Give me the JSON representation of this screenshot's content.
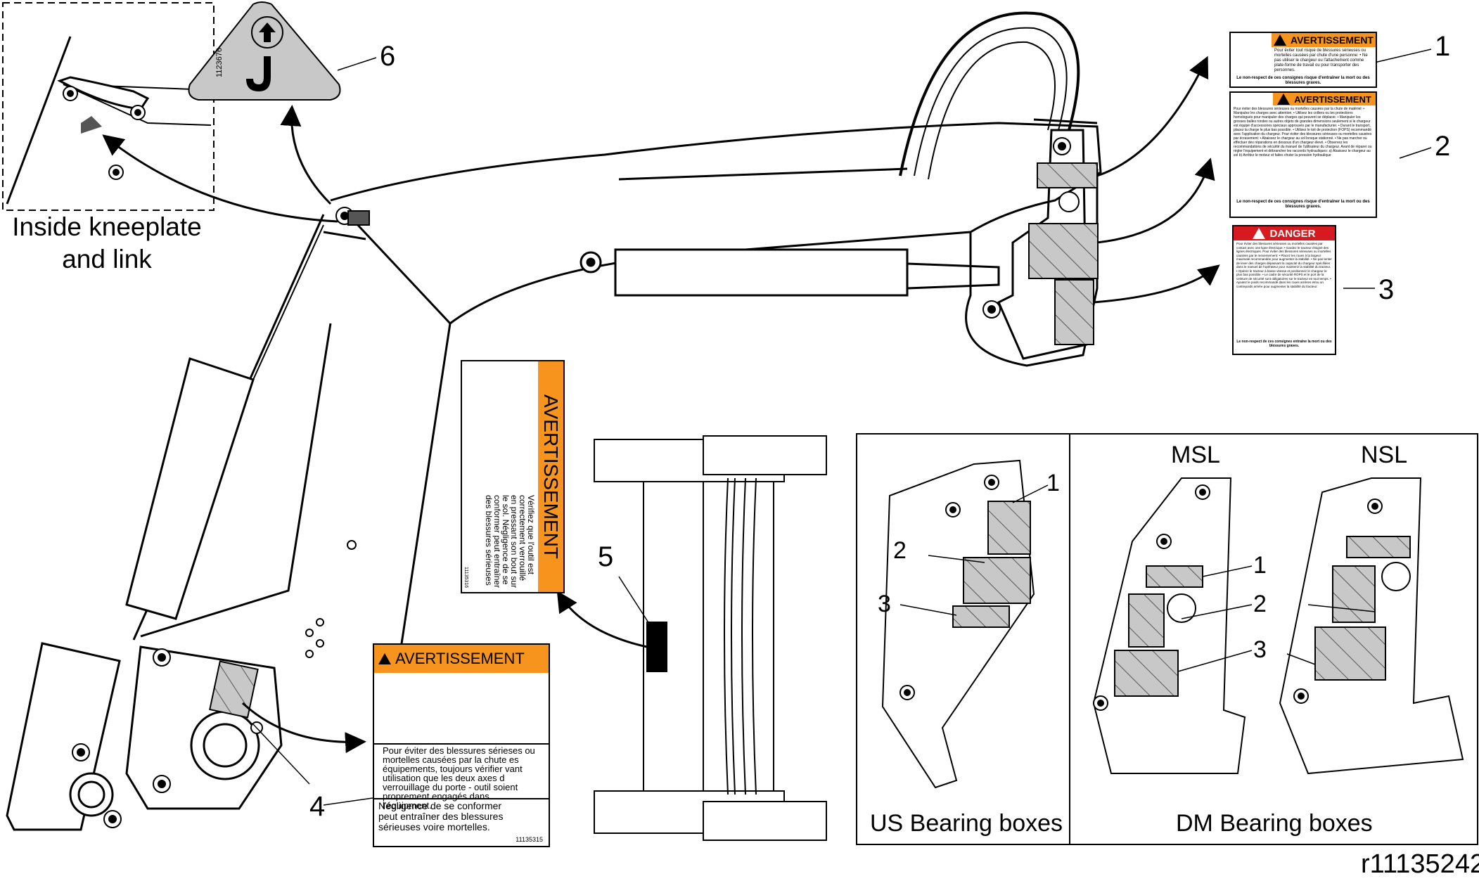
{
  "figure_id": "r11135242",
  "inset_caption": "Inside kneeplate and link",
  "callouts": [
    "1",
    "2",
    "3",
    "4",
    "5",
    "6"
  ],
  "decal_1": {
    "header": "AVERTISSEMENT",
    "body": "Pour éviter tout risque de blessures sérieuses ou mortelles causées par chute d'une personne: • Ne pas utiliser le chargeur ou l'attachement comme plate-forme de travail ou pour transporter des personnes.",
    "footer": "Le non-respect de ces consignes risque d'entraîner la mort ou des blessures graves."
  },
  "decal_2": {
    "header": "AVERTISSEMENT",
    "body": "Pour éviter des blessures sérieuses ou mortelles causées par la chute de matériel: • Manipulez les charges avec attention. • Utilisez les colliers ou les protections homologués pour manipuler des charges qui peuvent se déplacer. • Manipuler les grosses balles rondes ou autres objets de grandes dimensions seulement si le chargeur est équipé d'accessoires spéciaux approuvés par le manufacturier. • Durant le transport, placez la charge le plus bas possible. • Utilisez le toit de protection (FOPS) recommandé avec l'application du chargeur. Pour éviter des blessures sérieuses ou mortelles causées par écrasement: • Abaissez le chargeur au sol lorsque stationné. • Ne pas marcher ou effectuer des réparations en dessous d'un chargeur élevé. • Observez les recommandations de sécurité du manuel de l'utilisateur du chargeur. Avant de réparer ou régler l'équipement et débrancher les raccords hydrauliques: a) Abaissez le chargeur au sol b) Arrêtez le moteur et faites chuter la pression hydraulique",
    "footer": "Le non-respect de ces consignes risque d'entraîner la mort ou des blessures graves."
  },
  "decal_3": {
    "header": "DANGER",
    "body": "Pour éviter des blessures sérieuses ou mortelles causées par contact avec une ligne électrique: • Gardez le tracteur éloigné des lignes électriques. Pour éviter des blessures sérieuses ou mortelles causées par le renversement: • Placez les roues à la largeur maximale recommandée pour augmenter la stabilité. • Ne pas tenter de lever des charges dépassant la capacité du chargeur spécifiées dans le manuel de l'opérateur pour maintenir la stabilité du tracteur. • Opérez le tracteur à basse vitesse et positionnez le chargeur le plus bas possible. • Le cadre de sécurité ROPS et le port de la ceinture de sécurité sont obligatoires sur le tracteur en tout temps. • Ajoutez le poids recommandé dans les roues arrières et/ou un contrepoids arrière pour augmenter la stabilité du tracteur.",
    "footer": "Le non-respect de ces consignes entraîne la mort ou des blessures graves."
  },
  "decal_4": {
    "header": "AVERTISSEMENT",
    "body": "Pour éviter des blessures sérieses ou mortelles causées par la chute es équipements, toujours vérifier vant utilisation que les deux axes d verrouillage du porte - outil soient proprement engagés dans l'équipment.",
    "footer": "Négligence de se conformer peut entraîner des blessures sérieuses voire mortelles.",
    "part_number": "11135315"
  },
  "decal_5": {
    "header": "AVERTISSEMENT",
    "body": "Vérifiez que l'outil est correctement verrouillé en pressant son bout sur le sol. Négligence de se conformer peut entraîner des blessures sérieuses voire mortelles.",
    "part_number": "11135316"
  },
  "decal_6": {
    "part_number": "1123676"
  },
  "us_panel": {
    "caption": "US Bearing boxes"
  },
  "dm_panel": {
    "caption": "DM Bearing boxes",
    "label_left": "MSL",
    "label_right": "NSL"
  }
}
